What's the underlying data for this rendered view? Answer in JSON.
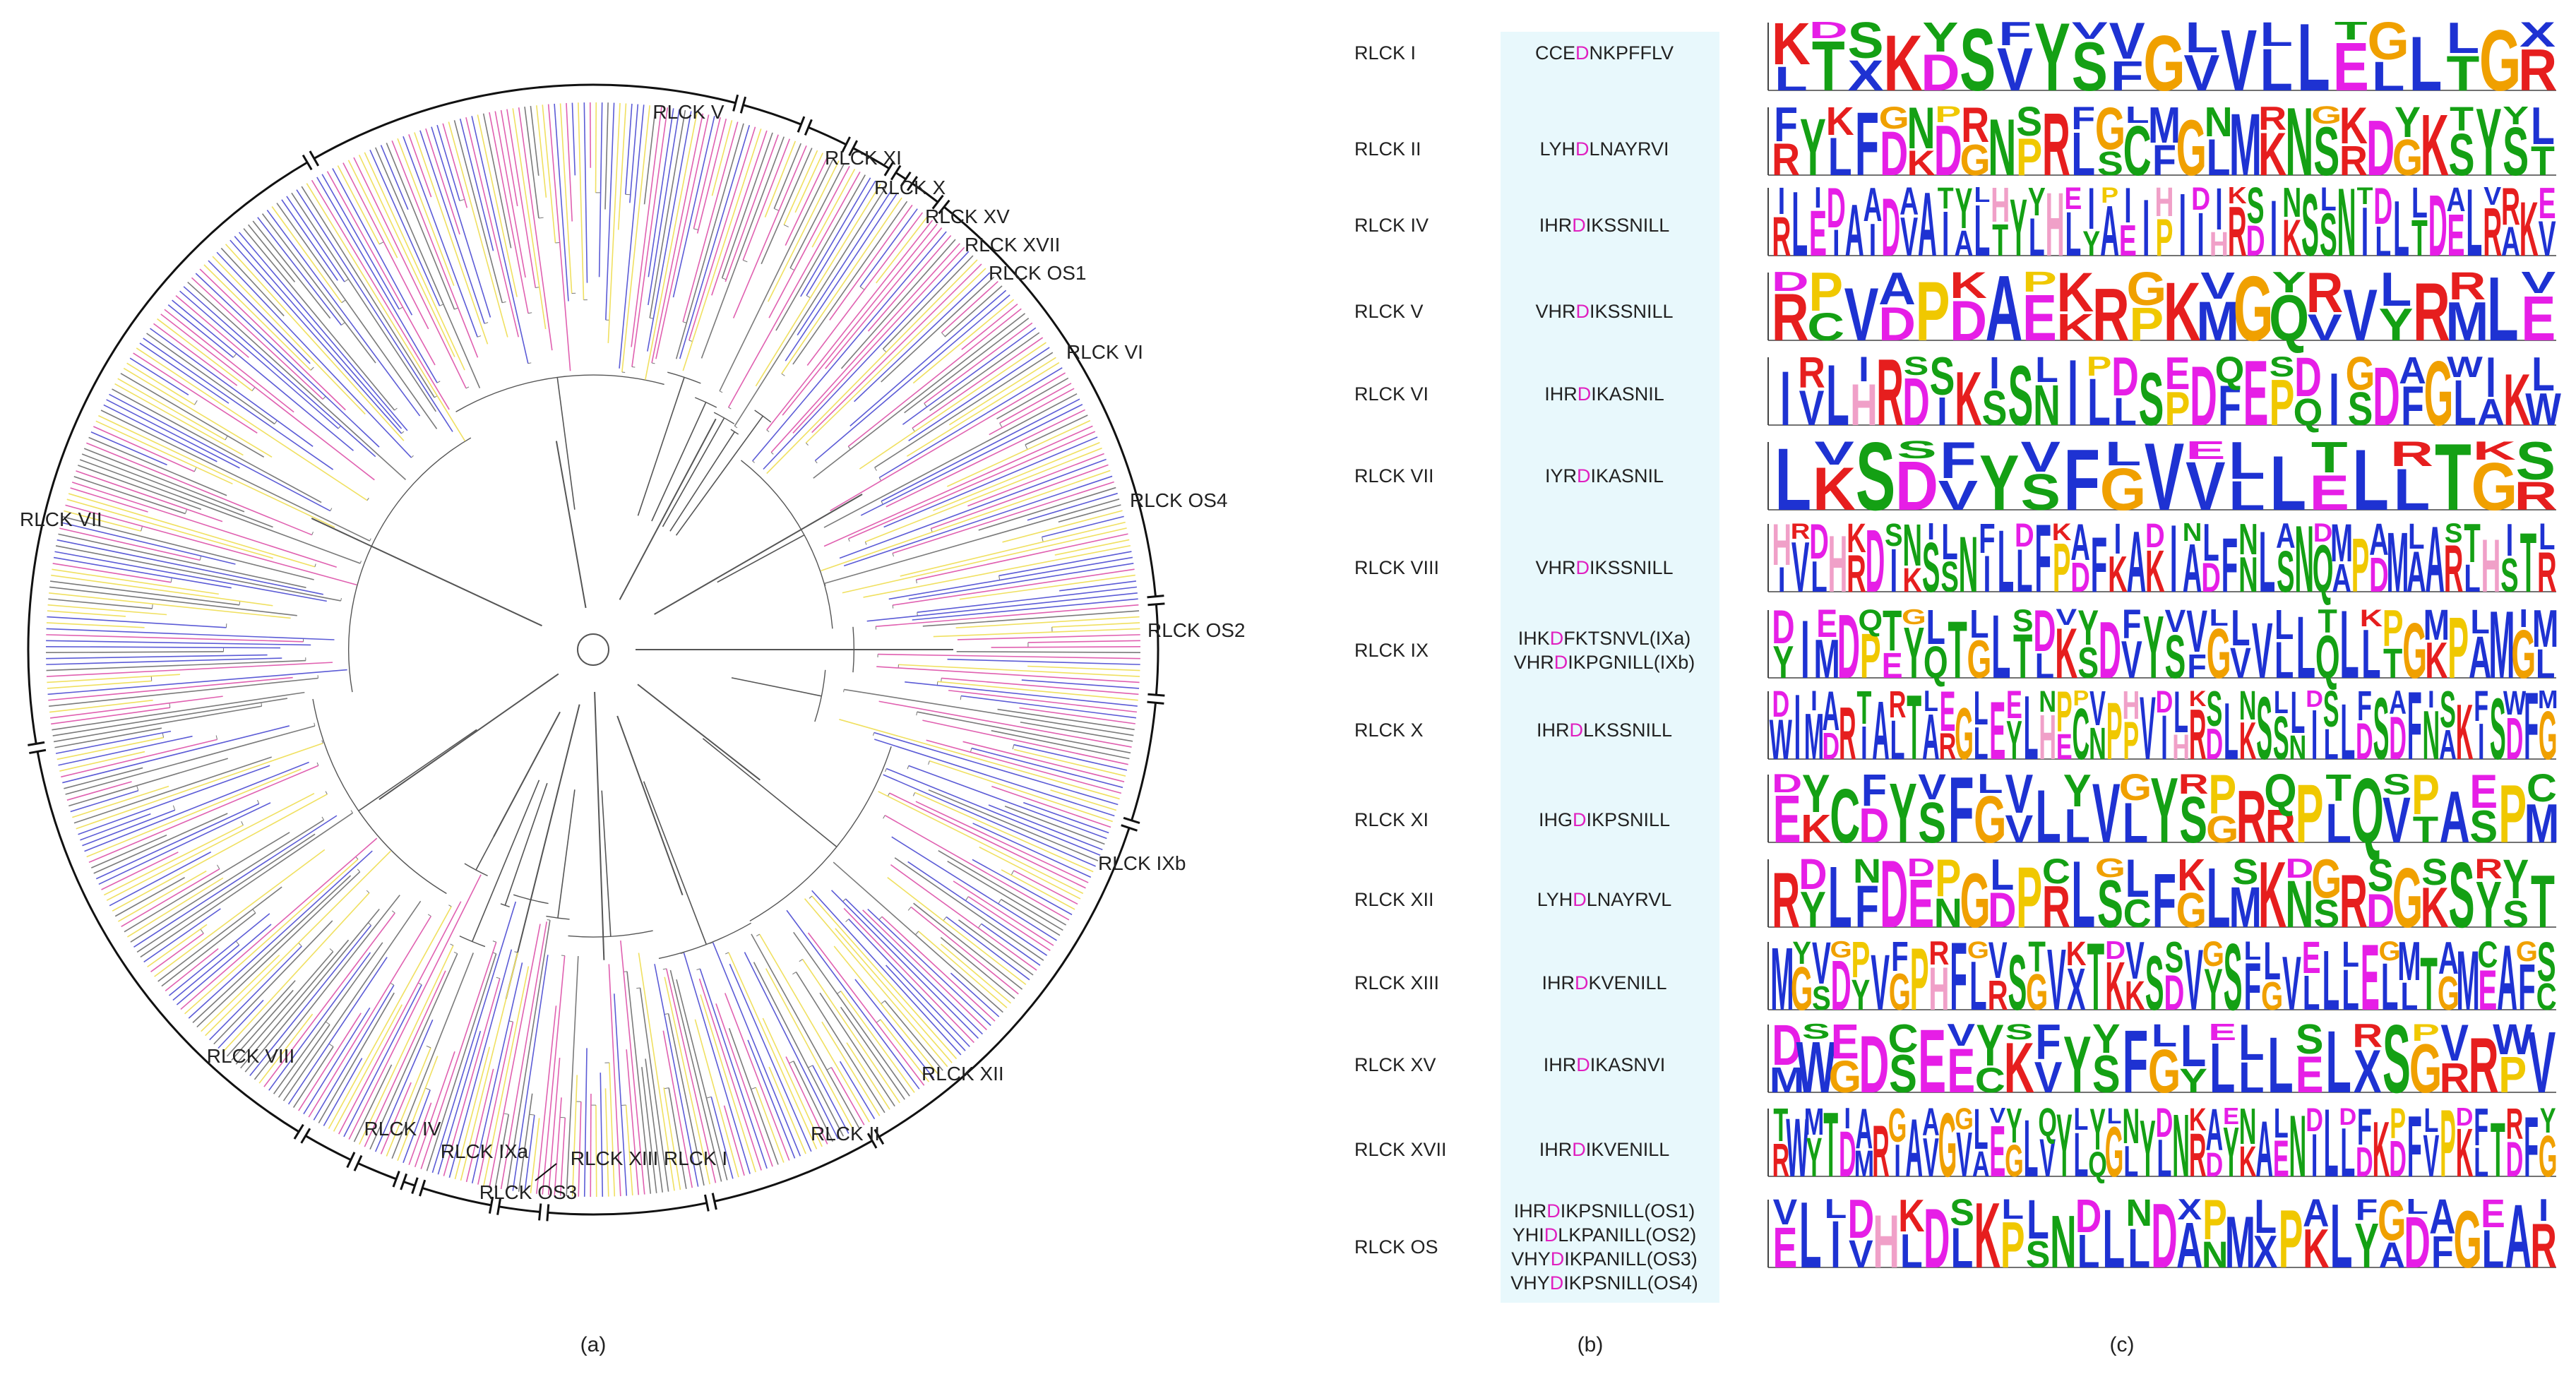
{
  "panel_labels": {
    "a": "(a)",
    "b": "(b)",
    "c": "(c)"
  },
  "panel_a": {
    "clades": [
      {
        "id": "v",
        "label": "RLCK V"
      },
      {
        "id": "xi",
        "label": "RLCK XI"
      },
      {
        "id": "x",
        "label": "RLCK X"
      },
      {
        "id": "xv",
        "label": "RLCK XV"
      },
      {
        "id": "xvii",
        "label": "RLCK XVII"
      },
      {
        "id": "os1",
        "label": "RLCK OS1"
      },
      {
        "id": "vi",
        "label": "RLCK VI"
      },
      {
        "id": "os4",
        "label": "RLCK OS4"
      },
      {
        "id": "os2",
        "label": "RLCK OS2"
      },
      {
        "id": "ixb",
        "label": "RLCK IXb"
      },
      {
        "id": "xii",
        "label": "RLCK XII"
      },
      {
        "id": "ii",
        "label": "RLCK II"
      },
      {
        "id": "i",
        "label": "RLCK I"
      },
      {
        "id": "xiii",
        "label": "RLCK XIII"
      },
      {
        "id": "os3",
        "label": "RLCK OS3"
      },
      {
        "id": "ixa",
        "label": "RLCK IXa"
      },
      {
        "id": "iv",
        "label": "RLCK IV"
      },
      {
        "id": "viii",
        "label": "RLCK VIII"
      },
      {
        "id": "vii",
        "label": "RLCK VII"
      }
    ],
    "branch_colors": [
      "#5b5bd6",
      "#e060b0",
      "#f0e060",
      "#7a7a7a"
    ]
  },
  "panel_b": {
    "highlight_color": "#e020c0",
    "rows": [
      {
        "name": "RLCK I",
        "motifs": [
          {
            "pre": "CCE",
            "key": "D",
            "post": "NKPFFLV",
            "tag": ""
          }
        ]
      },
      {
        "name": "RLCK II",
        "motifs": [
          {
            "pre": "LYH",
            "key": "D",
            "post": "LNAYRVI",
            "tag": ""
          }
        ]
      },
      {
        "name": "RLCK IV",
        "motifs": [
          {
            "pre": "IHR",
            "key": "D",
            "post": "IKSSNILL",
            "tag": ""
          }
        ]
      },
      {
        "name": "RLCK V",
        "motifs": [
          {
            "pre": "VHR",
            "key": "D",
            "post": "IKSSNILL",
            "tag": ""
          }
        ]
      },
      {
        "name": "RLCK VI",
        "motifs": [
          {
            "pre": "IHR",
            "key": "D",
            "post": "IKASNIL",
            "tag": ""
          }
        ]
      },
      {
        "name": "RLCK VII",
        "motifs": [
          {
            "pre": "IYR",
            "key": "D",
            "post": "IKASNIL",
            "tag": ""
          }
        ]
      },
      {
        "name": "RLCK VIII",
        "motifs": [
          {
            "pre": "VHR",
            "key": "D",
            "post": "IKSSNILL",
            "tag": ""
          }
        ]
      },
      {
        "name": "RLCK IX",
        "motifs": [
          {
            "pre": "IHK",
            "key": "D",
            "post": "FKTSNVL",
            "tag": "(IXa)"
          },
          {
            "pre": "VHR",
            "key": "D",
            "post": "IKPGNILL",
            "tag": "(IXb)"
          }
        ]
      },
      {
        "name": "RLCK X",
        "motifs": [
          {
            "pre": "IHR",
            "key": "D",
            "post": "LKSSNILL",
            "tag": ""
          }
        ]
      },
      {
        "name": "RLCK XI",
        "motifs": [
          {
            "pre": "IHG",
            "key": "D",
            "post": "IKPSNILL",
            "tag": ""
          }
        ]
      },
      {
        "name": "RLCK XII",
        "motifs": [
          {
            "pre": "LYH",
            "key": "D",
            "post": "LNAYRVL",
            "tag": ""
          }
        ]
      },
      {
        "name": "RLCK XIII",
        "motifs": [
          {
            "pre": "IHR",
            "key": "D",
            "post": "KVENILL",
            "tag": ""
          }
        ]
      },
      {
        "name": "RLCK XV",
        "motifs": [
          {
            "pre": "IHR",
            "key": "D",
            "post": "IKASNVI",
            "tag": ""
          }
        ]
      },
      {
        "name": "RLCK XVII",
        "motifs": [
          {
            "pre": "IHR",
            "key": "D",
            "post": "IKVENILL",
            "tag": ""
          }
        ]
      },
      {
        "name": "RLCK OS",
        "motifs": [
          {
            "pre": "IHR",
            "key": "D",
            "post": "IKPSNILL",
            "tag": "(OS1)"
          },
          {
            "pre": "YHI",
            "key": "D",
            "post": "LKPANILL",
            "tag": "(OS2)"
          },
          {
            "pre": "VHY",
            "key": "D",
            "post": "IKPANILL",
            "tag": "(OS3)"
          },
          {
            "pre": "VHY",
            "key": "D",
            "post": "IKPSNILL",
            "tag": "(OS4)"
          }
        ]
      }
    ]
  },
  "panel_c": {
    "letter_colors": {
      "D": "#e61ee6",
      "E": "#e61ee6",
      "K": "#e61e1e",
      "R": "#e61e1e",
      "H": "#f0a0c8",
      "A": "#1e32d2",
      "V": "#1e32d2",
      "L": "#1e32d2",
      "I": "#1e32d2",
      "M": "#1e32d2",
      "F": "#1e32d2",
      "W": "#1e32d2",
      "S": "#14a014",
      "T": "#14a014",
      "N": "#14a014",
      "Q": "#14a014",
      "Y": "#14a014",
      "C": "#14a014",
      "G": "#f0a000",
      "P": "#f0c800"
    },
    "logos": [
      "LTXKDSVYSFGVVLLELLTGR",
      "RYLFDKDGNPRLSCFGLMKNSRDGKSYST",
      "RLEIAIDVAIALTYLHLYAEIPIIHRDIKSSNILLTDELRAKV",
      "RCVDPDAEKRPKMGQVVYRMLE",
      "IVLHRDIKSSNILLSPDFEPQISDFGLAKW",
      "LKSDVYSFGVVLLELLTGR",
      "IVLHRDIKSSNILLFPDFKAKIADFNLSNQAPDMAARLHSTR",
      "YIMDPEYQTGLTLKSDVYSFGVVLLQLLTGKPAMGL",
      "WIMDRIALTARGLEYLHECNPPVIHRDLKSSNILLDSDFNAKISDFG",
      "EKCDYSFGVLLVLYSGRRPLQVTASPM",
      "RYLFDENGDPRLSCFGLMKNSRDGKSYST",
      "MGSDYVGPHFLRSGVXTKKSDVYSFGVLLLELLTGMEAFC",
      "MWGDSEECKVYSFGYLLLELXSGRRPV",
      "RWYTDMRIAVGVAEGLVYLQGLYLNRDYKAENILLDKDFVPKLTDFG",
      "ELIVHLDLKPSNLLLDANMXPKLYADFGLAR"
    ]
  }
}
